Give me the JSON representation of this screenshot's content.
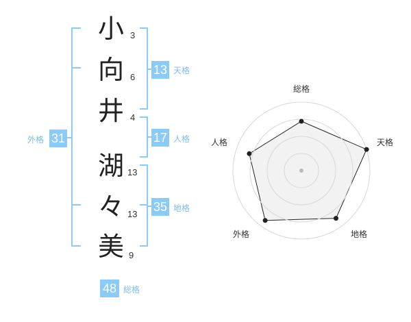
{
  "name": {
    "characters": [
      "小",
      "向",
      "井",
      "湖",
      "々",
      "美"
    ],
    "strokes": [
      "3",
      "6",
      "4",
      "13",
      "13",
      "9"
    ]
  },
  "fortune": {
    "tenkaku": {
      "label": "天格",
      "value": "13"
    },
    "jinkaku": {
      "label": "人格",
      "value": "17"
    },
    "chikaku": {
      "label": "地格",
      "value": "35"
    },
    "gaikaku": {
      "label": "外格",
      "value": "31"
    },
    "soukaku": {
      "label": "総格",
      "value": "48"
    }
  },
  "chart_data": {
    "type": "radar",
    "axes": [
      "総格",
      "天格",
      "地格",
      "外格",
      "人格"
    ],
    "values": [
      0.72,
      1.0,
      0.86,
      0.9,
      0.8
    ],
    "rings": 4,
    "colors": {
      "fill": "#f0f0f0",
      "line": "#222222",
      "ring": "#d8d8d8",
      "point": "#222222"
    }
  },
  "colors": {
    "accent": "#8ccbf5",
    "accent_text": "#7fbde8"
  }
}
